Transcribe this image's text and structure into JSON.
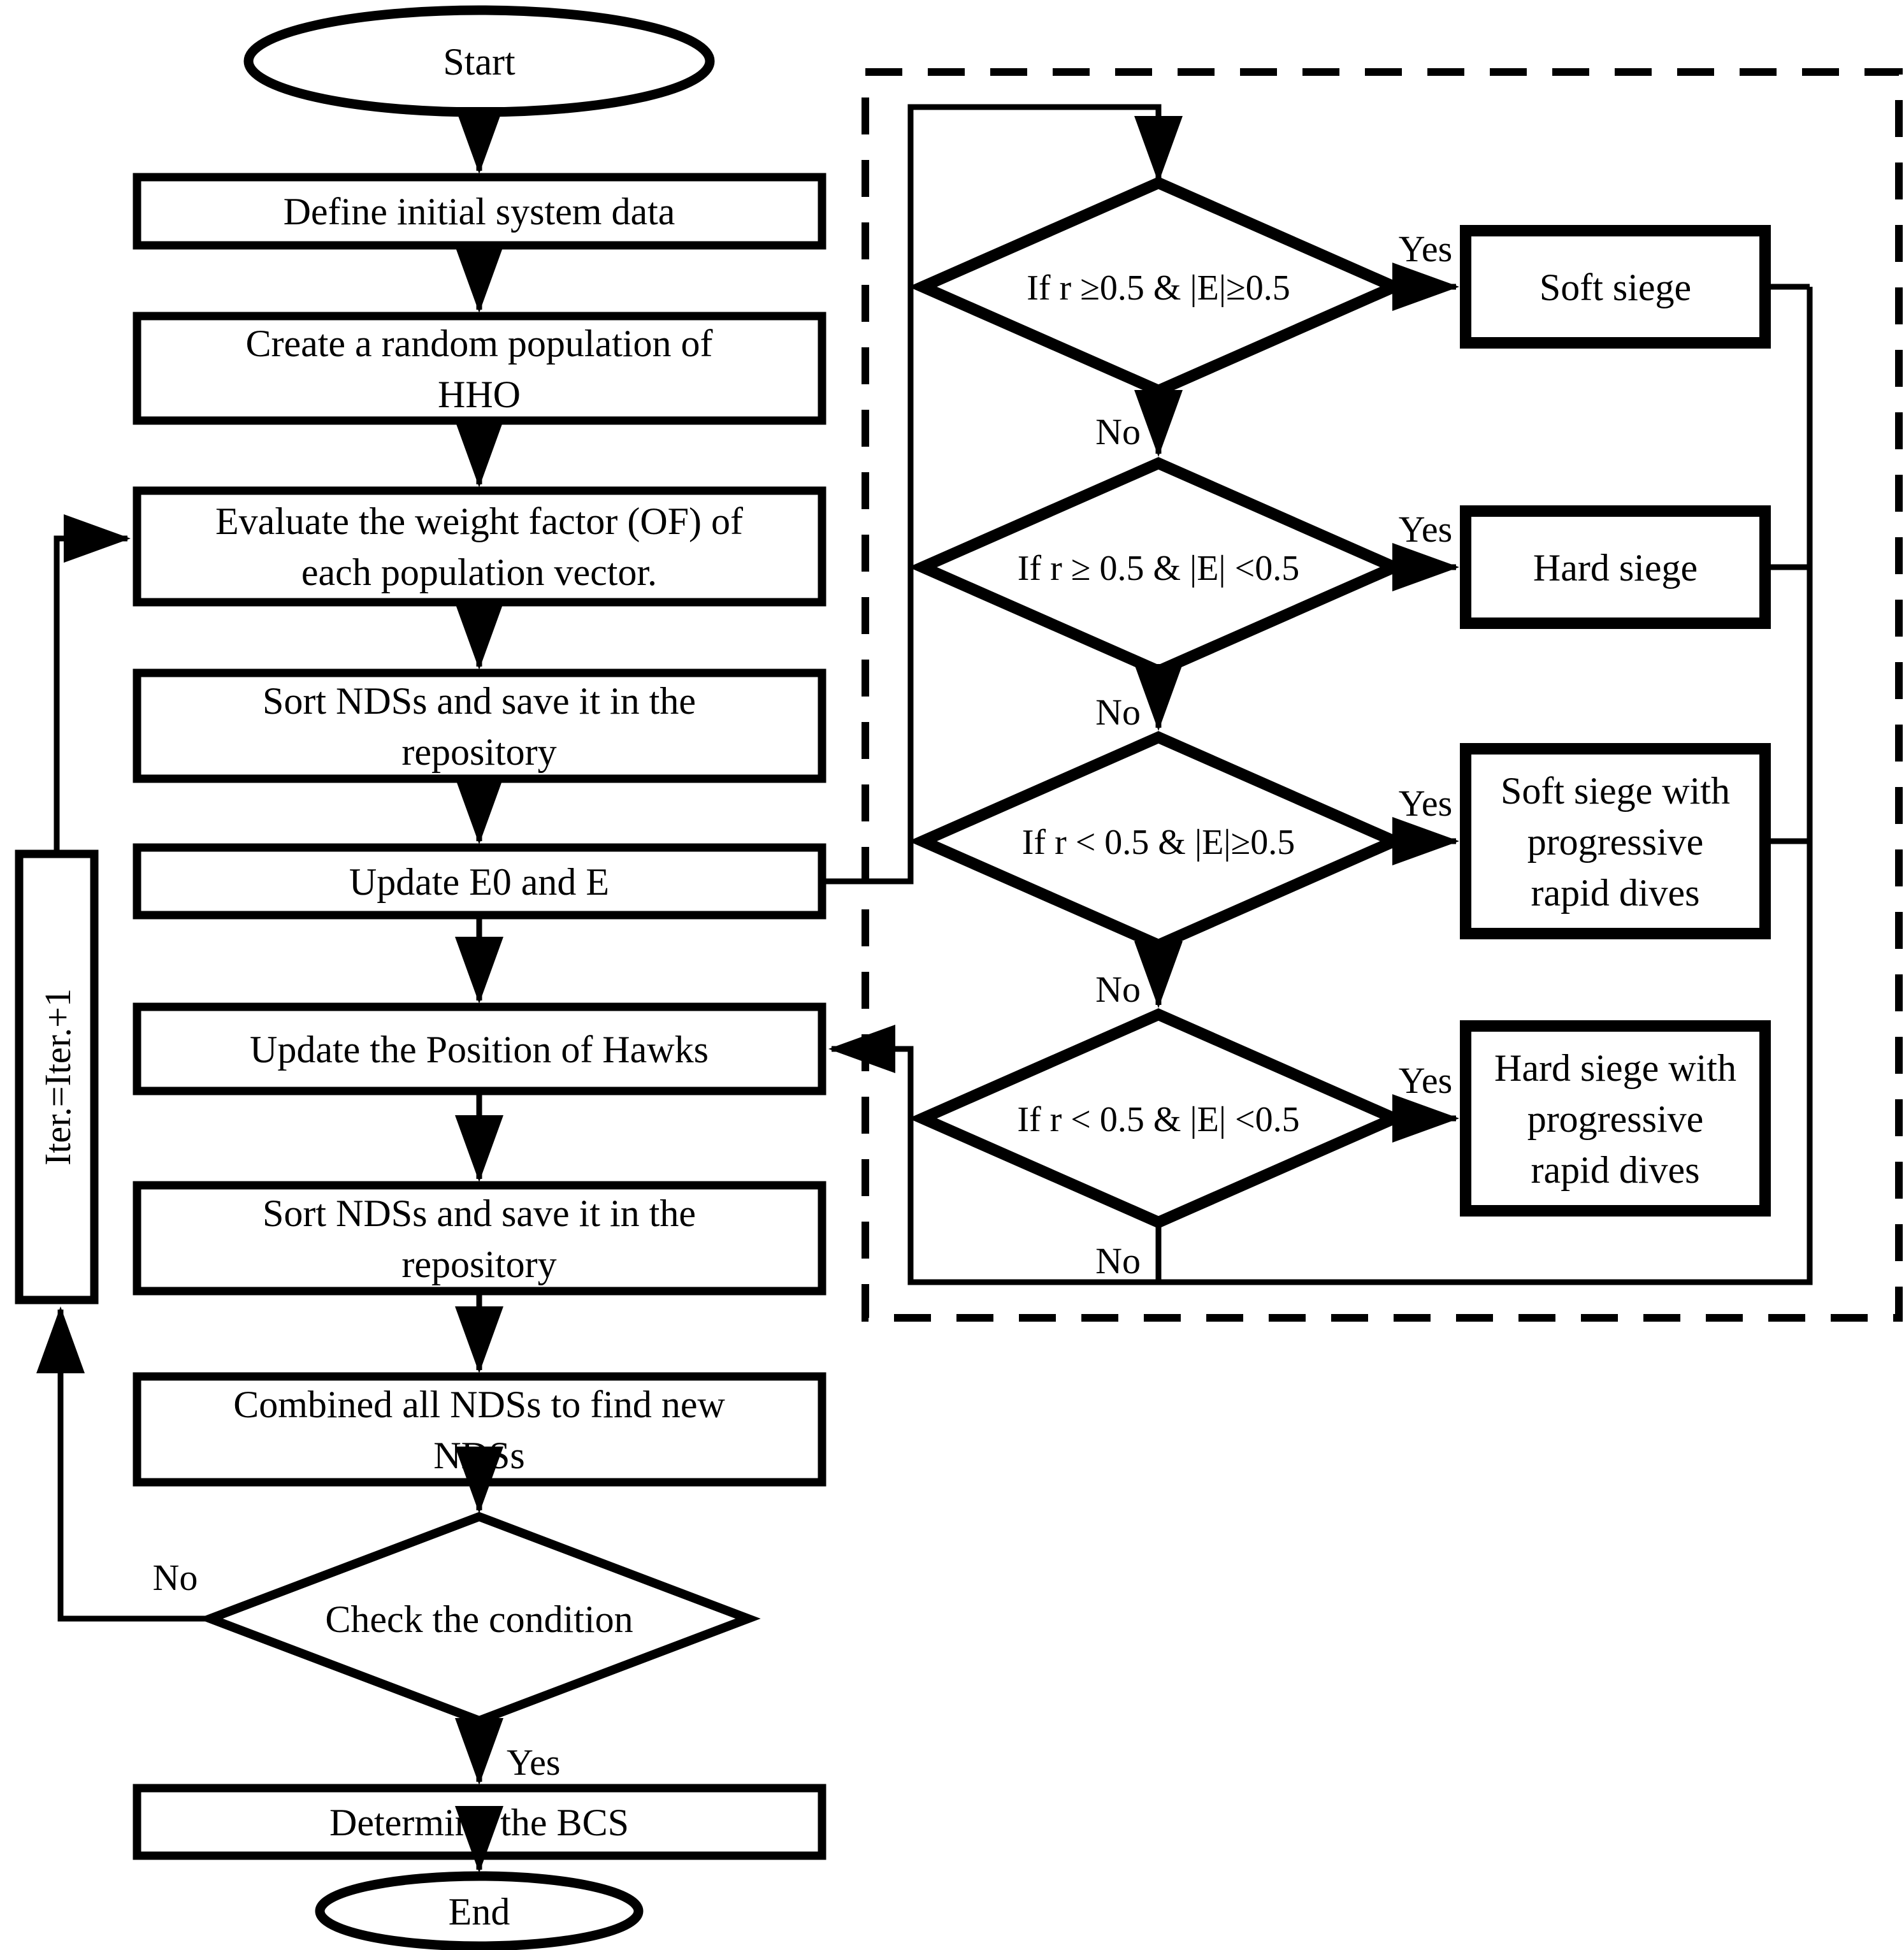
{
  "flow": {
    "start": "Start",
    "define": "Define initial system data",
    "create": [
      "Create a random population of",
      "HHO"
    ],
    "evaluate": [
      "Evaluate the weight factor (OF) of",
      "each population vector."
    ],
    "sort_repo_1": [
      "Sort NDSs and save it in the",
      "repository"
    ],
    "update_e": "Update E0 and E",
    "hawks": "Update the Position of Hawks",
    "sort_repo_2": [
      "Sort NDSs and save it in the",
      "repository"
    ],
    "combined": [
      "Combined all NDSs to find new",
      "NDSs"
    ],
    "check": "Check the condition",
    "bcs": "Determine the BCS",
    "end": "End",
    "iter": "Iter.=Iter.+1"
  },
  "labels": {
    "yes": "Yes",
    "no": "No"
  },
  "decisions": [
    {
      "condition": "If r ≥0.5 & |E|≥0.5"
    },
    {
      "condition": "If r ≥ 0.5 & |E| <0.5"
    },
    {
      "condition": "If r < 0.5 & |E|≥0.5"
    },
    {
      "condition": "If r < 0.5 & |E| <0.5"
    }
  ],
  "actions": [
    {
      "lines": [
        "Soft siege"
      ]
    },
    {
      "lines": [
        "Hard siege"
      ]
    },
    {
      "lines": [
        "Soft siege with",
        "progressive",
        "rapid dives"
      ]
    },
    {
      "lines": [
        "Hard siege with",
        "progressive",
        "rapid dives"
      ]
    }
  ],
  "colors": {
    "ink": "#000000",
    "paper": "#ffffff"
  }
}
